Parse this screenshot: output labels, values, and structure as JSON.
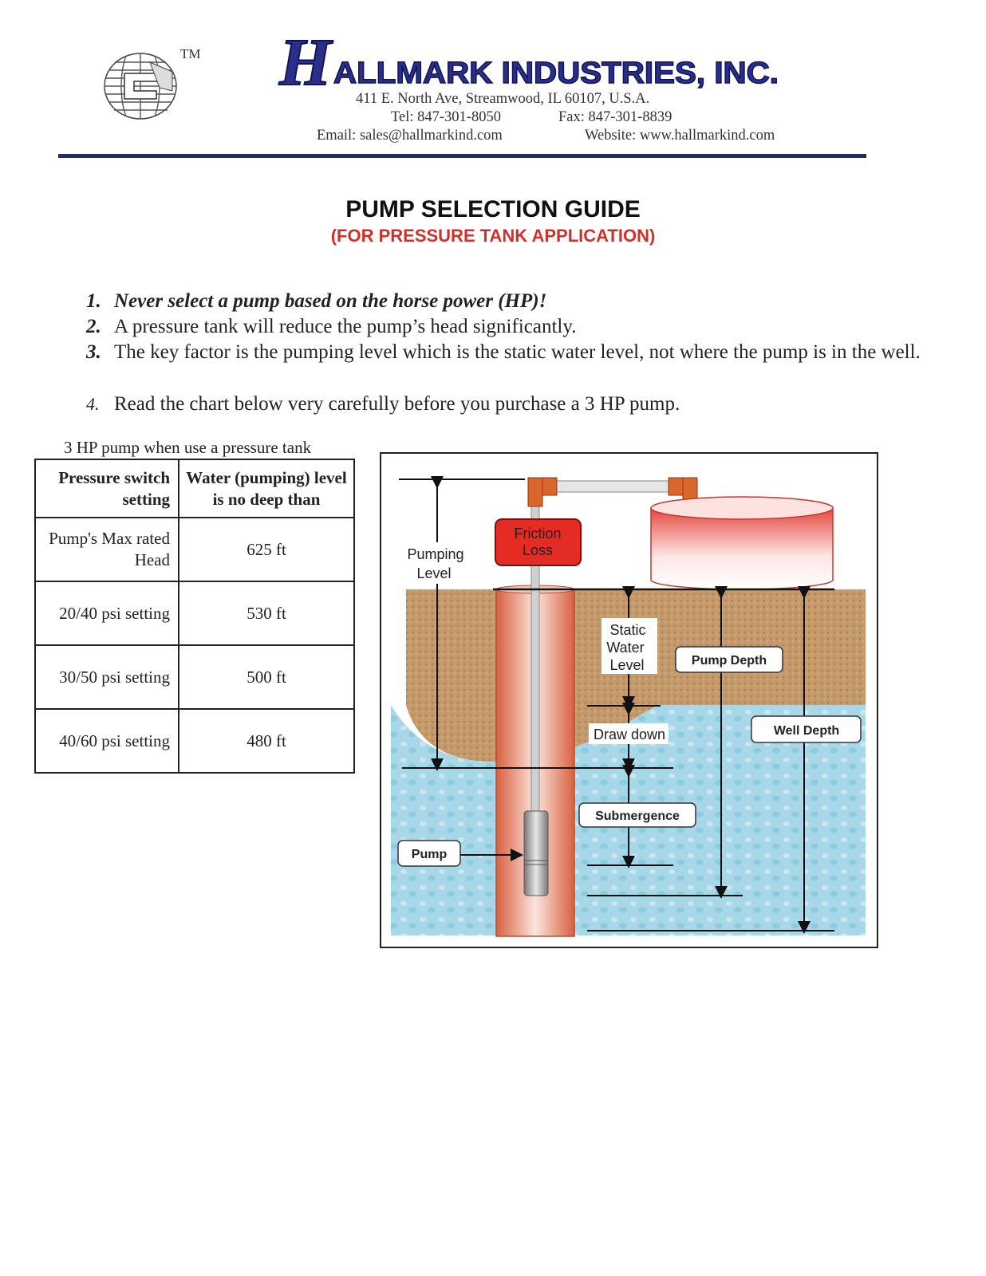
{
  "header": {
    "trademark": "TM",
    "company_name": "ALLMARK INDUSTRIES, INC.",
    "company_initial": "H",
    "address": "411 E. North Ave, Streamwood, IL 60107, U.S.A.",
    "tel": "Tel: 847-301-8050",
    "fax": "Fax: 847-301-8839",
    "email": "Email: sales@hallmarkind.com",
    "website": "Website: www.hallmarkind.com",
    "brand_color": "#1f2a78"
  },
  "title": {
    "main": "PUMP SELECTION GUIDE",
    "sub": "(FOR PRESSURE TANK APPLICATION)",
    "sub_color": "#d0302a"
  },
  "notes": [
    {
      "num": "1.",
      "text": "Never select a pump based on the horse power (HP)!"
    },
    {
      "num": "2.",
      "text": "A pressure tank will reduce the pump’s head significantly."
    },
    {
      "num": "3.",
      "text": "The key factor is the pumping level which is the static water level, not where the pump is in the well."
    },
    {
      "num": "4.",
      "text": "Read the chart below very carefully before you purchase a 3 HP pump."
    }
  ],
  "table": {
    "caption": "3 HP pump when use a pressure tank",
    "headers": [
      "Pressure switch setting",
      "Water (pumping) level is no deep than"
    ],
    "rows": [
      [
        "Pump's Max rated Head",
        "625 ft"
      ],
      [
        "20/40 psi setting",
        "530 ft"
      ],
      [
        "30/50 psi setting",
        "500 ft"
      ],
      [
        "40/60 psi setting",
        "480 ft"
      ]
    ]
  },
  "diagram": {
    "labels": {
      "friction_loss_1": "Friction",
      "friction_loss_2": "Loss",
      "pumping_level_1": "Pumping",
      "pumping_level_2": "Level",
      "static_1": "Static",
      "static_2": "Water",
      "static_3": "Level",
      "pump_depth": "Pump Depth",
      "well_depth": "Well Depth",
      "draw_down": "Draw down",
      "submergence": "Submergence",
      "pump": "Pump"
    },
    "colors": {
      "soil": "#b98a5e",
      "water": "#a9d7e6",
      "casing": "#e98d7b",
      "friction_box": "#e42b24",
      "pipe_fitting": "#d9662a"
    }
  }
}
